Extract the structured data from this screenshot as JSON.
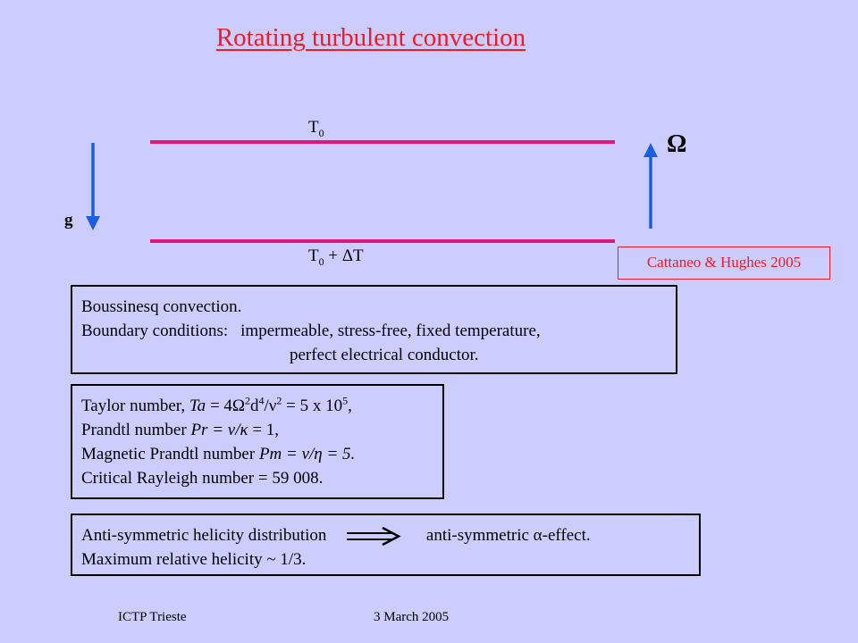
{
  "title": "Rotating turbulent convection",
  "diagram": {
    "top_plate_label": {
      "base": "T",
      "sub": "0"
    },
    "bottom_plate_label": {
      "base": "T",
      "sub": "0",
      "rest": " + ΔT"
    },
    "gravity_label": "g",
    "rotation_label": "Ω",
    "colors": {
      "plates": "#e0157a",
      "arrows": "#1a5fe0",
      "title": "#ee1c24",
      "background": "#ccccff"
    }
  },
  "citation": "Cattaneo & Hughes 2005",
  "box1": {
    "line1": "Boussinesq convection.",
    "line2_label": "Boundary conditions:",
    "line2_value": "impermeable, stress-free, fixed temperature,",
    "line3": "perfect electrical conductor."
  },
  "box2": {
    "taylor_prefix": "Taylor number, ",
    "taylor_symbol": "Ta",
    "taylor_eq_a": " = 4Ω",
    "taylor_sup_a": "2",
    "taylor_eq_b": "d",
    "taylor_sup_b": "4",
    "taylor_eq_c": "/ν",
    "taylor_sup_c": "2",
    "taylor_eq_d": " = 5 x 10",
    "taylor_sup_d": "5",
    "taylor_end": ",",
    "prandtl_prefix": "Prandtl number ",
    "prandtl_symbol": "Pr = ν/κ",
    "prandtl_end": " = 1,",
    "mag_prefix": "Magnetic Prandtl number ",
    "mag_symbol": "Pm = ν/η = 5.",
    "rayleigh": "Critical Rayleigh number = 59 008."
  },
  "box3": {
    "line1_left": "Anti-symmetric helicity distribution",
    "line1_right": "anti-symmetric α-effect.",
    "line2": "Maximum relative helicity ~ 1/3."
  },
  "footer": {
    "left": "ICTP Trieste",
    "right": "3 March 2005"
  }
}
